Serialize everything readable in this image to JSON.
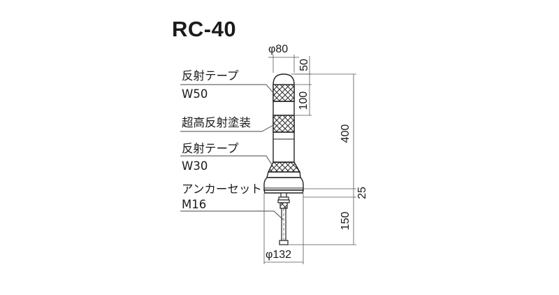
{
  "title": "RC-40",
  "labels": {
    "reflective_tape_1": "反射テープ",
    "reflective_tape_1_width": "W50",
    "reflective_coating": "超高反射塗装",
    "reflective_tape_2": "反射テープ",
    "reflective_tape_2_width": "W30",
    "anchor_set": "アンカーセット",
    "anchor_set_size": "M16"
  },
  "dimensions": {
    "top_diameter": "φ80",
    "cap_height": "50",
    "tape_spacing": "100",
    "post_height": "400",
    "base_height": "25",
    "anchor_length": "150",
    "base_diameter": "φ132"
  }
}
